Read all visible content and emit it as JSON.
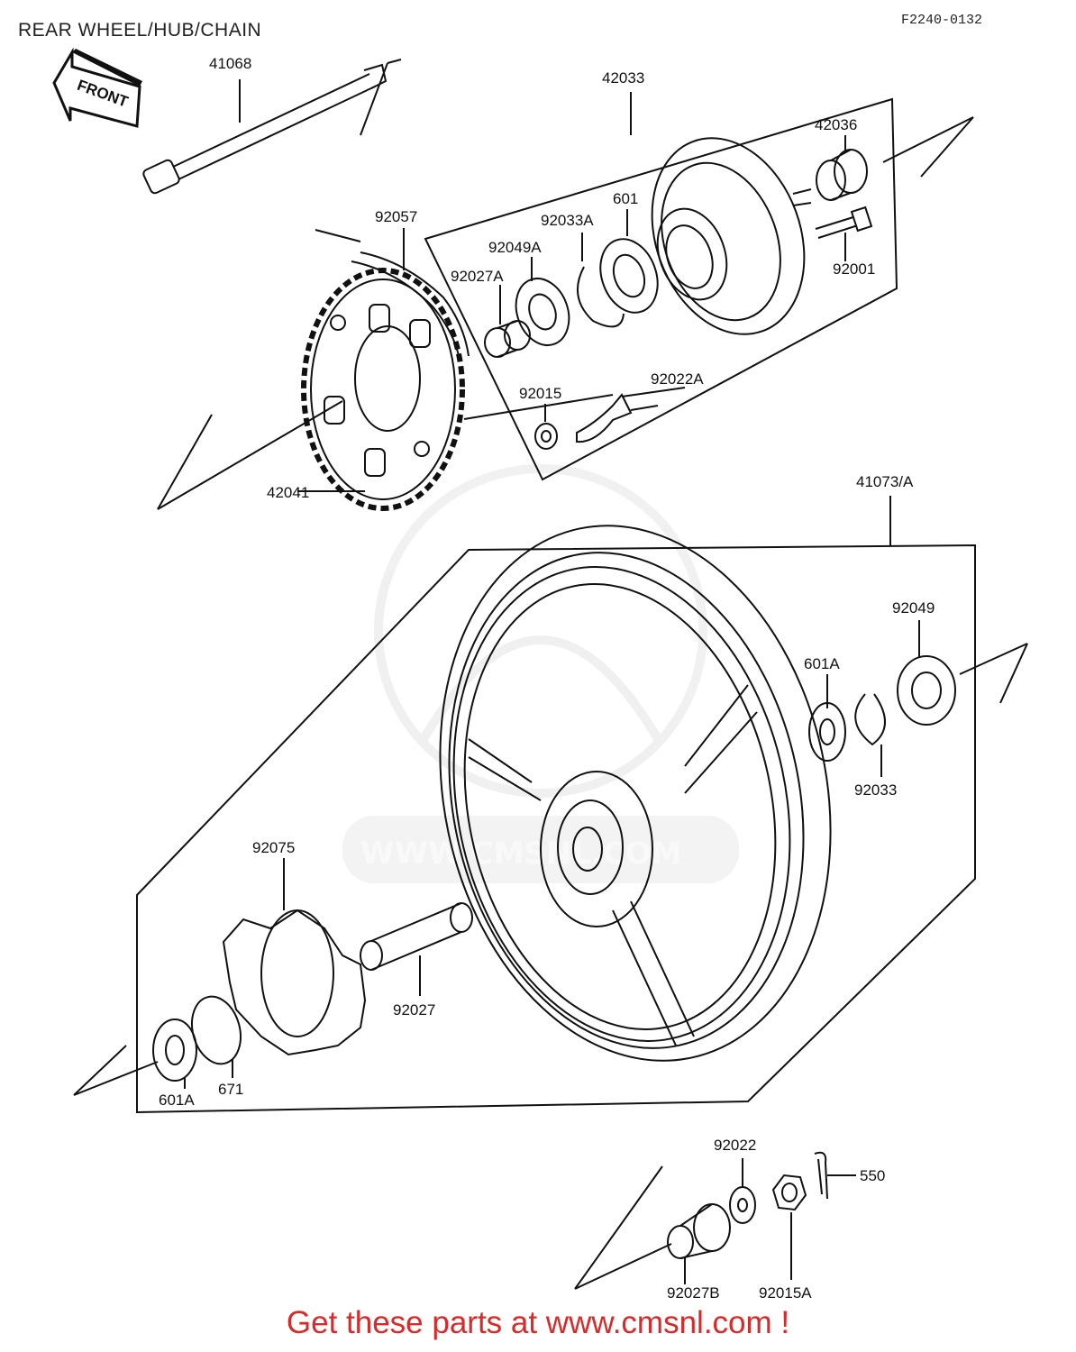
{
  "header": {
    "title": "REAR WHEEL/HUB/CHAIN",
    "ref_code": "F2240-0132"
  },
  "front_arrow": {
    "label": "FRONT"
  },
  "watermark": {
    "text": "WWW.CMSNL.COM"
  },
  "footer": {
    "text": "Get these parts at www.cmsnl.com !"
  },
  "parts": {
    "p41068": "41068",
    "p42033": "42033",
    "p42036": "42036",
    "p601": "601",
    "p92033A": "92033A",
    "p92057": "92057",
    "p92049A": "92049A",
    "p92027A": "92027A",
    "p92001": "92001",
    "p92015": "92015",
    "p92022A": "92022A",
    "p42041": "42041",
    "p41073A": "41073/A",
    "p92049": "92049",
    "p601A_top": "601A",
    "p92033": "92033",
    "p92075": "92075",
    "p92027": "92027",
    "p601A_bottom": "601A",
    "p671": "671",
    "p92022": "92022",
    "p550": "550",
    "p92015A": "92015A",
    "p92027B": "92027B"
  }
}
